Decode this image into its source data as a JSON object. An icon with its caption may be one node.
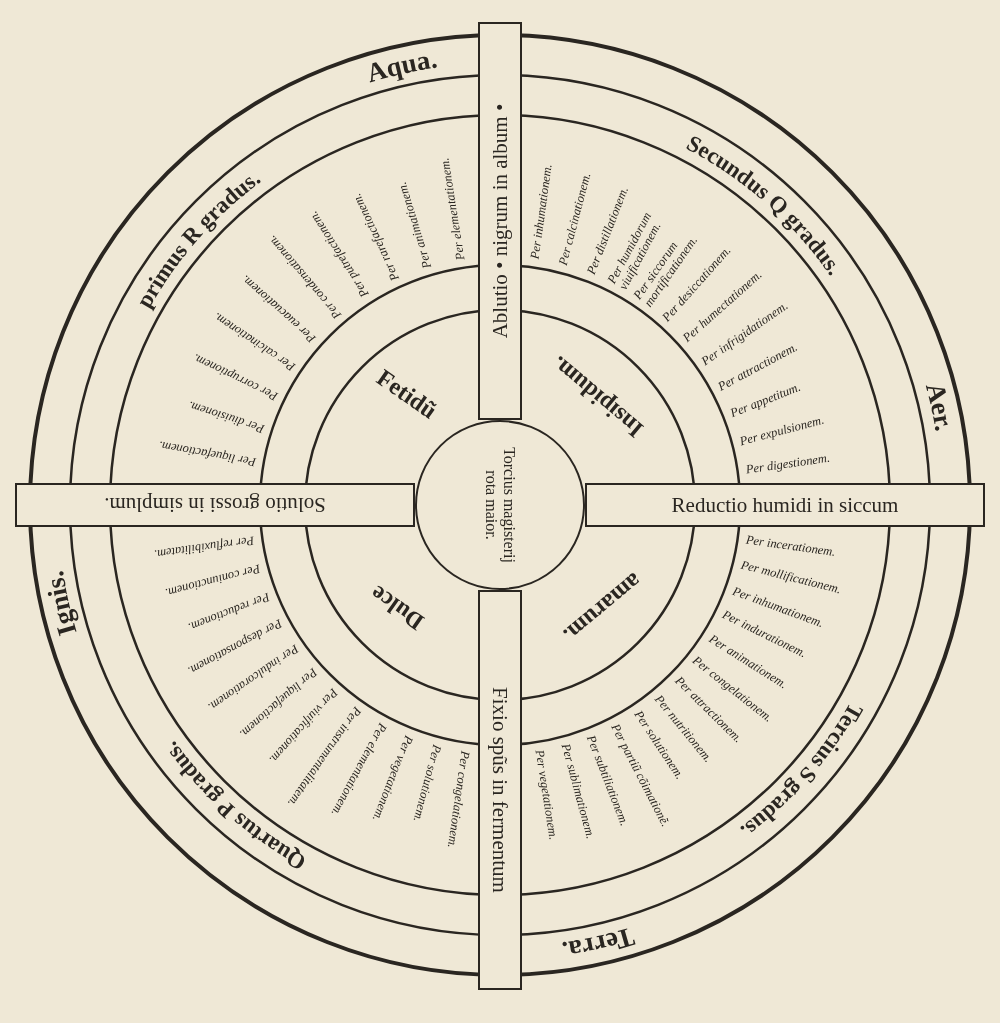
{
  "diagram": {
    "nodes": [
      {
        "text": [
          "Ablutio • nigrum in album •"
        ]
      },
      {
        "text": [
          "Reductio humidi in siccum"
        ]
      },
      {
        "text": [
          "Fixio spũs in fermentum"
        ]
      },
      {
        "text": [
          "Solutio grossi in simplum."
        ]
      },
      {
        "text": [
          "Torcius magisterij rota maior."
        ]
      }
    ],
    "edges": [],
    "labels": [
      "Aqua.",
      "primus R gradus.",
      "Per liquefactionem.",
      "Per diuisionem.",
      "Per corruptionem.",
      "Per calcinationem.",
      "Per euacuationem.",
      "Per condensationem.",
      "Per putrefactionem.",
      "Per rarefactionem.",
      "Per animationem.",
      "Per elementationem.",
      "Secundus Q gradus.",
      "Aer.",
      "Per inhumationem.",
      "Per calcinationem.",
      "Per distillationem.",
      "Per humidorum viuificationem.",
      "Per siccorum mortificationem.",
      "Per desiccationem.",
      "Per humectationem.",
      "Per infrigidationem.",
      "Per attractionem.",
      "Per appetitum.",
      "Per expulsionem.",
      "Per digestionem.",
      "Tercius S gradus.",
      "Terra.",
      "Per incerationem.",
      "Per mollificationem.",
      "Per inhumationem.",
      "Per indurationem.",
      "Per animationem.",
      "Per congelationem.",
      "Per attractionem.",
      "Per nutritionem.",
      "Per vegetationem.",
      "Per sublimationem.",
      "Per subtiliationem.",
      "Per partiũ cõimationẽ.",
      "Per solutionem.",
      "Quartus P gradus.",
      "Ignis.",
      "Per refluxibilitatem.",
      "Per coniunctionem.",
      "Per reductionem.",
      "Per desponsationem.",
      "Per indulcorationem.",
      "Per liquefactionem.",
      "Per viuificationem.",
      "Per instrumentalitatem.",
      "Per elementationem.",
      "Per vegetationem.",
      "Per solutionem.",
      "Per congelationem.",
      "Fetidũ",
      "Insipidum.",
      "Dulce",
      "amarum."
    ]
  }
}
